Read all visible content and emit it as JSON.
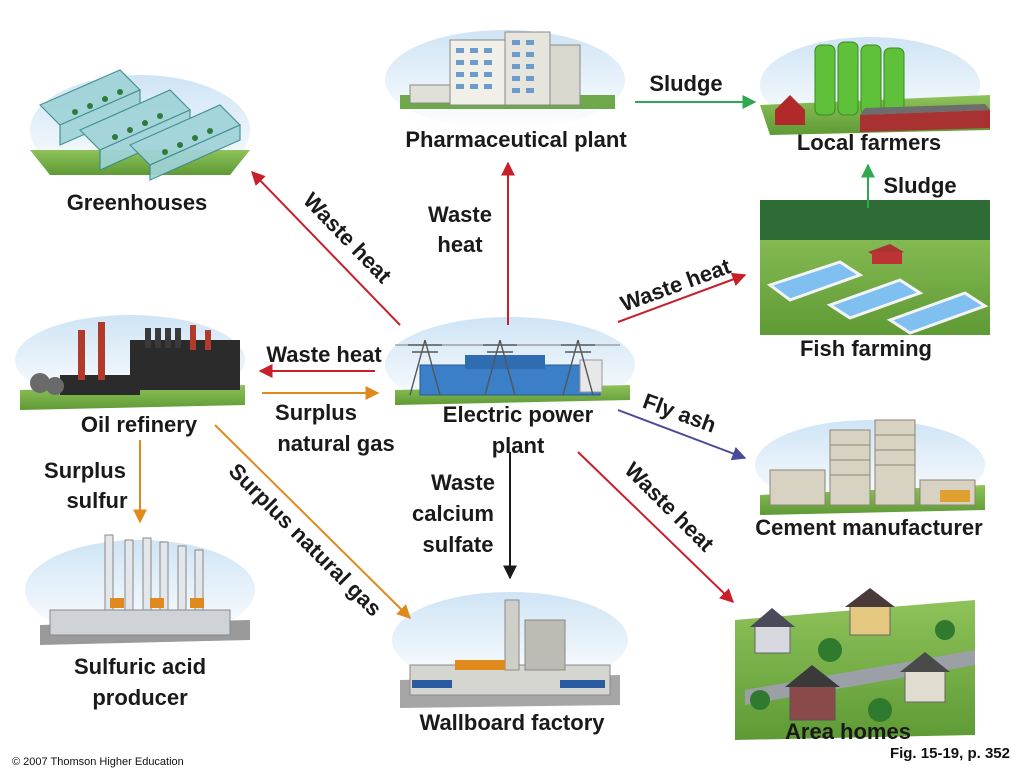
{
  "nodes": {
    "power_plant": {
      "label_line1": "Electric power",
      "label_line2": "plant"
    },
    "pharmaceutical": {
      "label": "Pharmaceutical plant"
    },
    "local_farmers": {
      "label": "Local farmers"
    },
    "greenhouses": {
      "label": "Greenhouses"
    },
    "fish_farming": {
      "label": "Fish farming"
    },
    "oil_refinery": {
      "label": "Oil refinery"
    },
    "cement": {
      "label": "Cement manufacturer"
    },
    "sulfuric": {
      "label_line1": "Sulfuric acid",
      "label_line2": "producer"
    },
    "wallboard": {
      "label": "Wallboard factory"
    },
    "area_homes": {
      "label": "Area homes"
    }
  },
  "edges": {
    "sludge_pharma_farmers": "Sludge",
    "sludge_fish_farmers": "Sludge",
    "waste_heat_greenhouses": "Waste heat",
    "waste_heat_pharma_line1": "Waste",
    "waste_heat_pharma_line2": "heat",
    "waste_heat_fish": "Waste heat",
    "waste_heat_refinery": "Waste heat",
    "surplus_gas_power_line1": "Surplus",
    "surplus_gas_power_line2": "natural gas",
    "fly_ash": "Fly ash",
    "surplus_sulfur_line1": "Surplus",
    "surplus_sulfur_line2": "sulfur",
    "surplus_gas_wallboard": "Surplus natural gas",
    "waste_calcium_line1": "Waste",
    "waste_calcium_line2": "calcium",
    "waste_calcium_line3": "sulfate",
    "waste_heat_homes": "Waste heat"
  },
  "colors": {
    "waste_heat": "#c8202a",
    "sludge": "#2fa84f",
    "natural_gas_sulfur": "#e08a1e",
    "fly_ash": "#4a4a9a",
    "calcium_sulfate": "#1a1a1a"
  },
  "footer": {
    "copyright": "© 2007 Thomson Higher Education",
    "fig_ref": "Fig. 15-19, p. 352"
  }
}
